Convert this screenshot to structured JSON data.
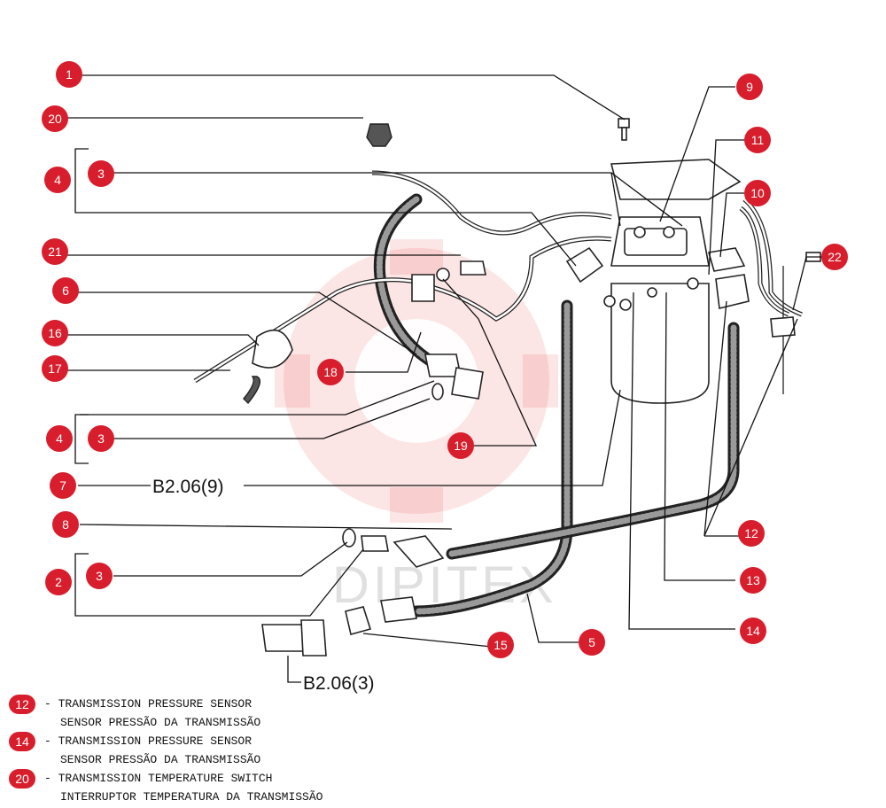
{
  "callouts": [
    "1",
    "20",
    "4",
    "3",
    "21",
    "6",
    "16",
    "17",
    "18",
    "4",
    "3",
    "19",
    "7",
    "8",
    "2",
    "3",
    "9",
    "11",
    "10",
    "22",
    "12",
    "13",
    "14",
    "5",
    "15"
  ],
  "references": {
    "ref_top": "B2.06(9)",
    "ref_bottom": "B2.06(3)"
  },
  "legend": [
    {
      "number": "12",
      "line1": "- TRANSMISSION PRESSURE SENSOR",
      "line2": "SENSOR PRESSÃO DA TRANSMISSÃO"
    },
    {
      "number": "14",
      "line1": "- TRANSMISSION PRESSURE SENSOR",
      "line2": "SENSOR PRESSÃO DA TRANSMISSÃO"
    },
    {
      "number": "20",
      "line1": "- TRANSMISSION TEMPERATURE SWITCH",
      "line2": "INTERRUPTOR TEMPERATURA DA TRANSMISSÃO"
    }
  ],
  "watermark_text": "DIPITEX",
  "colors": {
    "callout": "#d81e2c",
    "watermark": "#e8262a"
  }
}
